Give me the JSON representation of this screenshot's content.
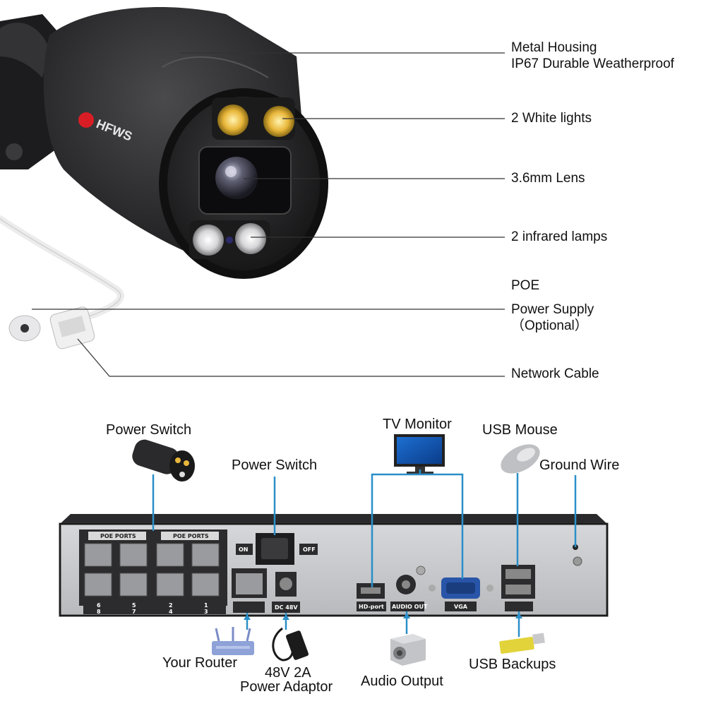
{
  "brand": "HFWS",
  "camera_callouts": {
    "housing_line1": "Metal Housing",
    "housing_line2": "IP67 Durable Weatherproof",
    "white_lights": "2 White lights",
    "lens": "3.6mm Lens",
    "infrared": "2 infrared lamps",
    "poe": "POE",
    "power_supply": "Power Supply",
    "optional": "（Optional）",
    "network_cable": "Network Cable"
  },
  "nvr_callouts": {
    "camera_power_switch": "Power Switch",
    "power_switch": "Power Switch",
    "tv_monitor": "TV Monitor",
    "usb_mouse": "USB Mouse",
    "ground_wire": "Ground Wire",
    "your_router": "Your Router",
    "adaptor_line1": "48V 2A",
    "adaptor_line2": "Power Adaptor",
    "audio_output": "Audio Output",
    "usb_backups": "USB Backups"
  },
  "panel_labels": {
    "poe_ports_left": "POE PORTS",
    "poe_ports_right": "POE PORTS",
    "on": "ON",
    "off": "OFF",
    "dc": "DC 48V",
    "hd_port": "HD-port",
    "audio_out": "AUDIO OUT",
    "vga": "VGA",
    "port_numbers_top": [
      "6",
      "5",
      "2",
      "1"
    ],
    "port_numbers_bottom": [
      "8",
      "7",
      "4",
      "3"
    ]
  },
  "colors": {
    "connector_line": "#2a8fc9",
    "camera_body": "#2b2b2d",
    "nvr_panel": "#c9cacd"
  }
}
